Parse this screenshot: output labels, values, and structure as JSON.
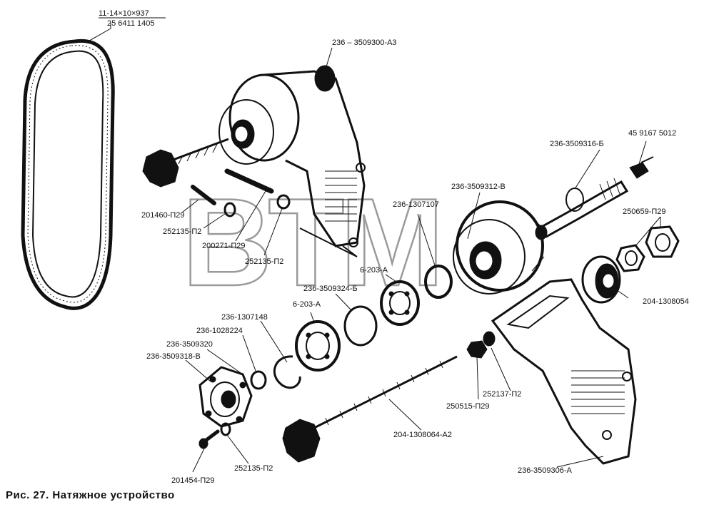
{
  "caption": "Рис. 27. Натяжное устройство",
  "watermark": "BTM",
  "labels": {
    "belt_top": "11-14×10×937",
    "belt_bottom": "25 6411 1405",
    "pulley_assy": "236 – 3509300-А3",
    "p201460": "201460-П29",
    "p252135a": "252135-П2",
    "p200271": "200271-П29",
    "p252135b": "252135-П2",
    "p236_3509316": "236-3509316-Б",
    "p45_9167": "45 9167 5012",
    "p236_3509312": "236-3509312-В",
    "p236_1307107": "236-1307107",
    "p250659": "250659-П29",
    "p6_203a_1": "6-203-А",
    "p236_3509324": "236-3509324-Б",
    "p204_1308054": "204-1308054",
    "p6_203a_2": "6-203-А",
    "p236_1307148": "236-1307148",
    "p236_1028224": "236-1028224",
    "p236_3509320": "236-3509320",
    "p236_3509318": "236-3509318-В",
    "p252137": "252137-П2",
    "p250515": "250515-П29",
    "p204_1308064": "204-1308064-А2",
    "p252135c": "252135-П2",
    "p201454": "201454-П29",
    "p236_3509306": "236-3509306-А"
  }
}
